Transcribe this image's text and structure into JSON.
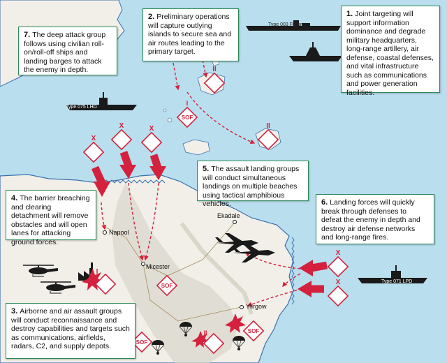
{
  "callouts": [
    {
      "num": "1.",
      "text": "Joint targeting will support information dominance and degrade military headquarters, long-range artillery, air defense, coastal defenses, and vital infrastructure such as communications and power generation facilities."
    },
    {
      "num": "2.",
      "text": "Preliminary operations will capture outlying islands to secure sea and air routes leading to the primary target."
    },
    {
      "num": "3.",
      "text": "Airborne and air assault groups will conduct reconnaissance and destroy capabilities and targets such as communications, airfields, radars, C2, and supply depots."
    },
    {
      "num": "4.",
      "text": "The barrier breaching and clearing detachment will remove obstacles and will open lanes for attacking ground forces."
    },
    {
      "num": "5.",
      "text": "The assault landing groups will conduct simultaneous landings on multiple beaches using tactical amphibious vehicles."
    },
    {
      "num": "6.",
      "text": "Landing forces will quickly break through defenses to defeat the enemy in depth and destroy air defense networks and long-range fires."
    },
    {
      "num": "7.",
      "text": "The deep attack group follows using civilian roll-on/roll-off ships and landing barges to attack the enemy in depth."
    }
  ],
  "places": [
    "Napool",
    "Micester",
    "Ekadale",
    "Ylirgow"
  ],
  "ships": [
    "Type 003 Fujian",
    "Type 075 LHD",
    "Type 071 LPD"
  ],
  "unit_symbols": {
    "sof": "SOF",
    "company": "I",
    "battalion": "II",
    "brigade": "X"
  },
  "colors": {
    "sea": "#b9dfee",
    "land": "#f1efe8",
    "accent": "#d4213d",
    "callout_border": "#2c8b57",
    "coast": "#3a6fb0"
  },
  "icons": [
    "warship-icon",
    "helicopter-icon",
    "fighter-jet-icon",
    "parachute-icon",
    "explosion-icon",
    "factory-icon",
    "arrow-icon"
  ]
}
